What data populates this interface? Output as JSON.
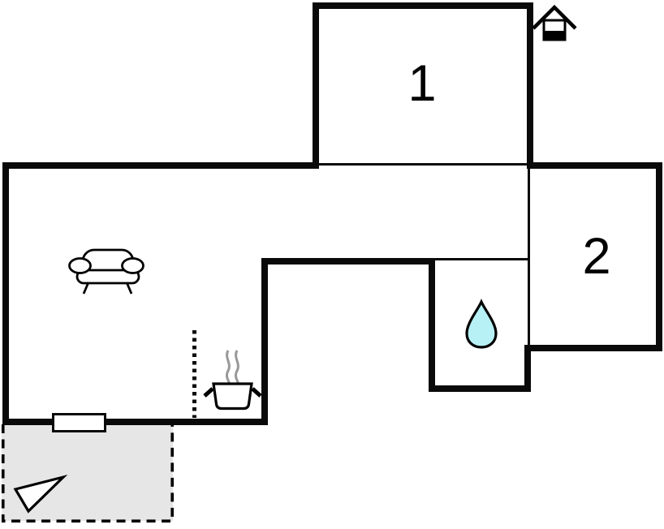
{
  "rooms": [
    {
      "label": "1"
    },
    {
      "label": "2"
    }
  ],
  "icons": {
    "house": "house-icon",
    "sofa": "sofa-icon",
    "stove": "steaming-pot-icon",
    "bathroom": "water-drop-icon",
    "terrace_pointer": "terrace-arrow-icon",
    "window": "window-marker"
  },
  "colors": {
    "wall": "#0a0a0a",
    "background": "#ffffff",
    "terrace": "#e6e6e6",
    "drop": "#b7f1f5",
    "steam": "#999999"
  }
}
